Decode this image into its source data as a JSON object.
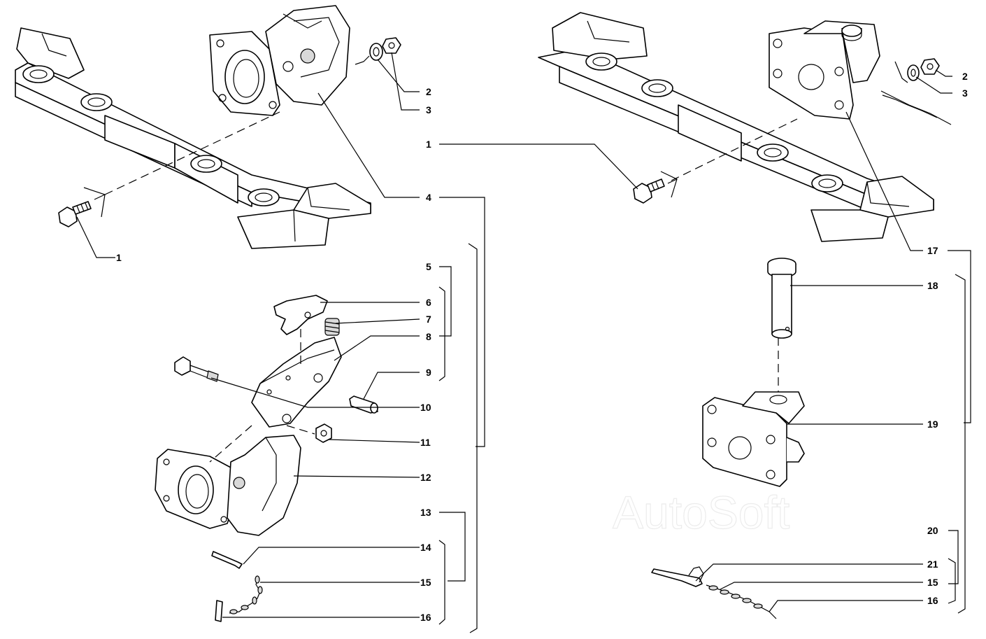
{
  "watermark": "AutoSoft",
  "callouts": {
    "l1": "1",
    "l2": "2",
    "l3": "3",
    "l4": "4",
    "l5": "5",
    "l6": "6",
    "l7": "7",
    "l8": "8",
    "l9": "9",
    "l10": "10",
    "l11": "11",
    "l12": "12",
    "l13": "13",
    "l14": "14",
    "l15": "15",
    "l16": "16",
    "r1": "1",
    "r2": "2",
    "r3": "3",
    "r15": "15",
    "r16": "16",
    "r17": "17",
    "r18": "18",
    "r19": "19",
    "r20": "20",
    "r21": "21"
  }
}
